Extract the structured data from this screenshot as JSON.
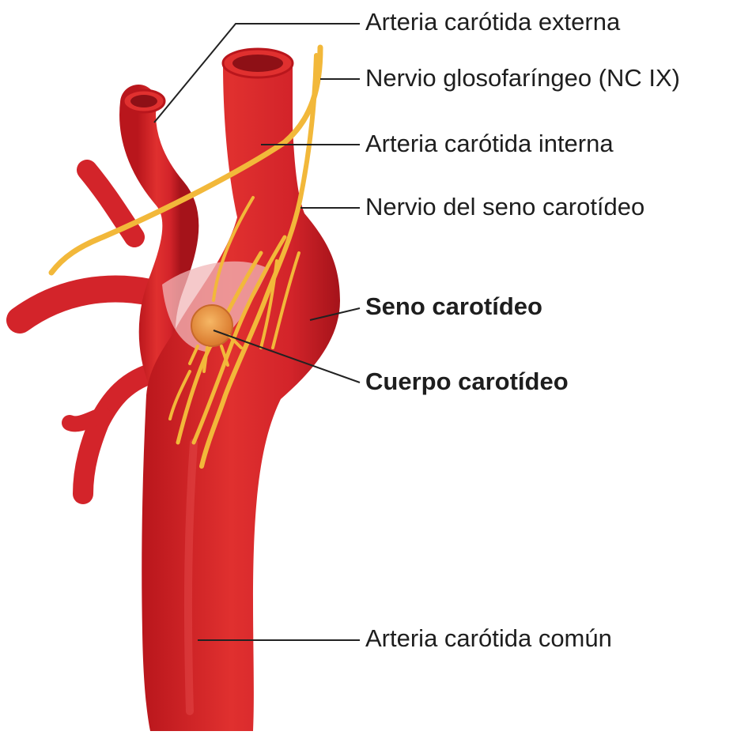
{
  "labels": {
    "external_carotid": "Arteria carótida externa",
    "glossopharyngeal": "Nervio glosofaríngeo (NC IX)",
    "internal_carotid": "Arteria carótida interna",
    "sinus_nerve": "Nervio del seno carotídeo",
    "carotid_sinus": "Seno carotídeo",
    "carotid_body": "Cuerpo carotídeo",
    "common_carotid": "Arteria carótida común"
  },
  "colors": {
    "artery": "#d8262a",
    "artery_dark": "#a8141a",
    "artery_highlight": "#ee5a58",
    "lumen": "#8e1016",
    "nerve": "#f2b83a",
    "nerve_light": "#f9d77e",
    "body": "#e8913c",
    "sinus_tint": "#f2b7b8",
    "leader_line": "#222222"
  }
}
